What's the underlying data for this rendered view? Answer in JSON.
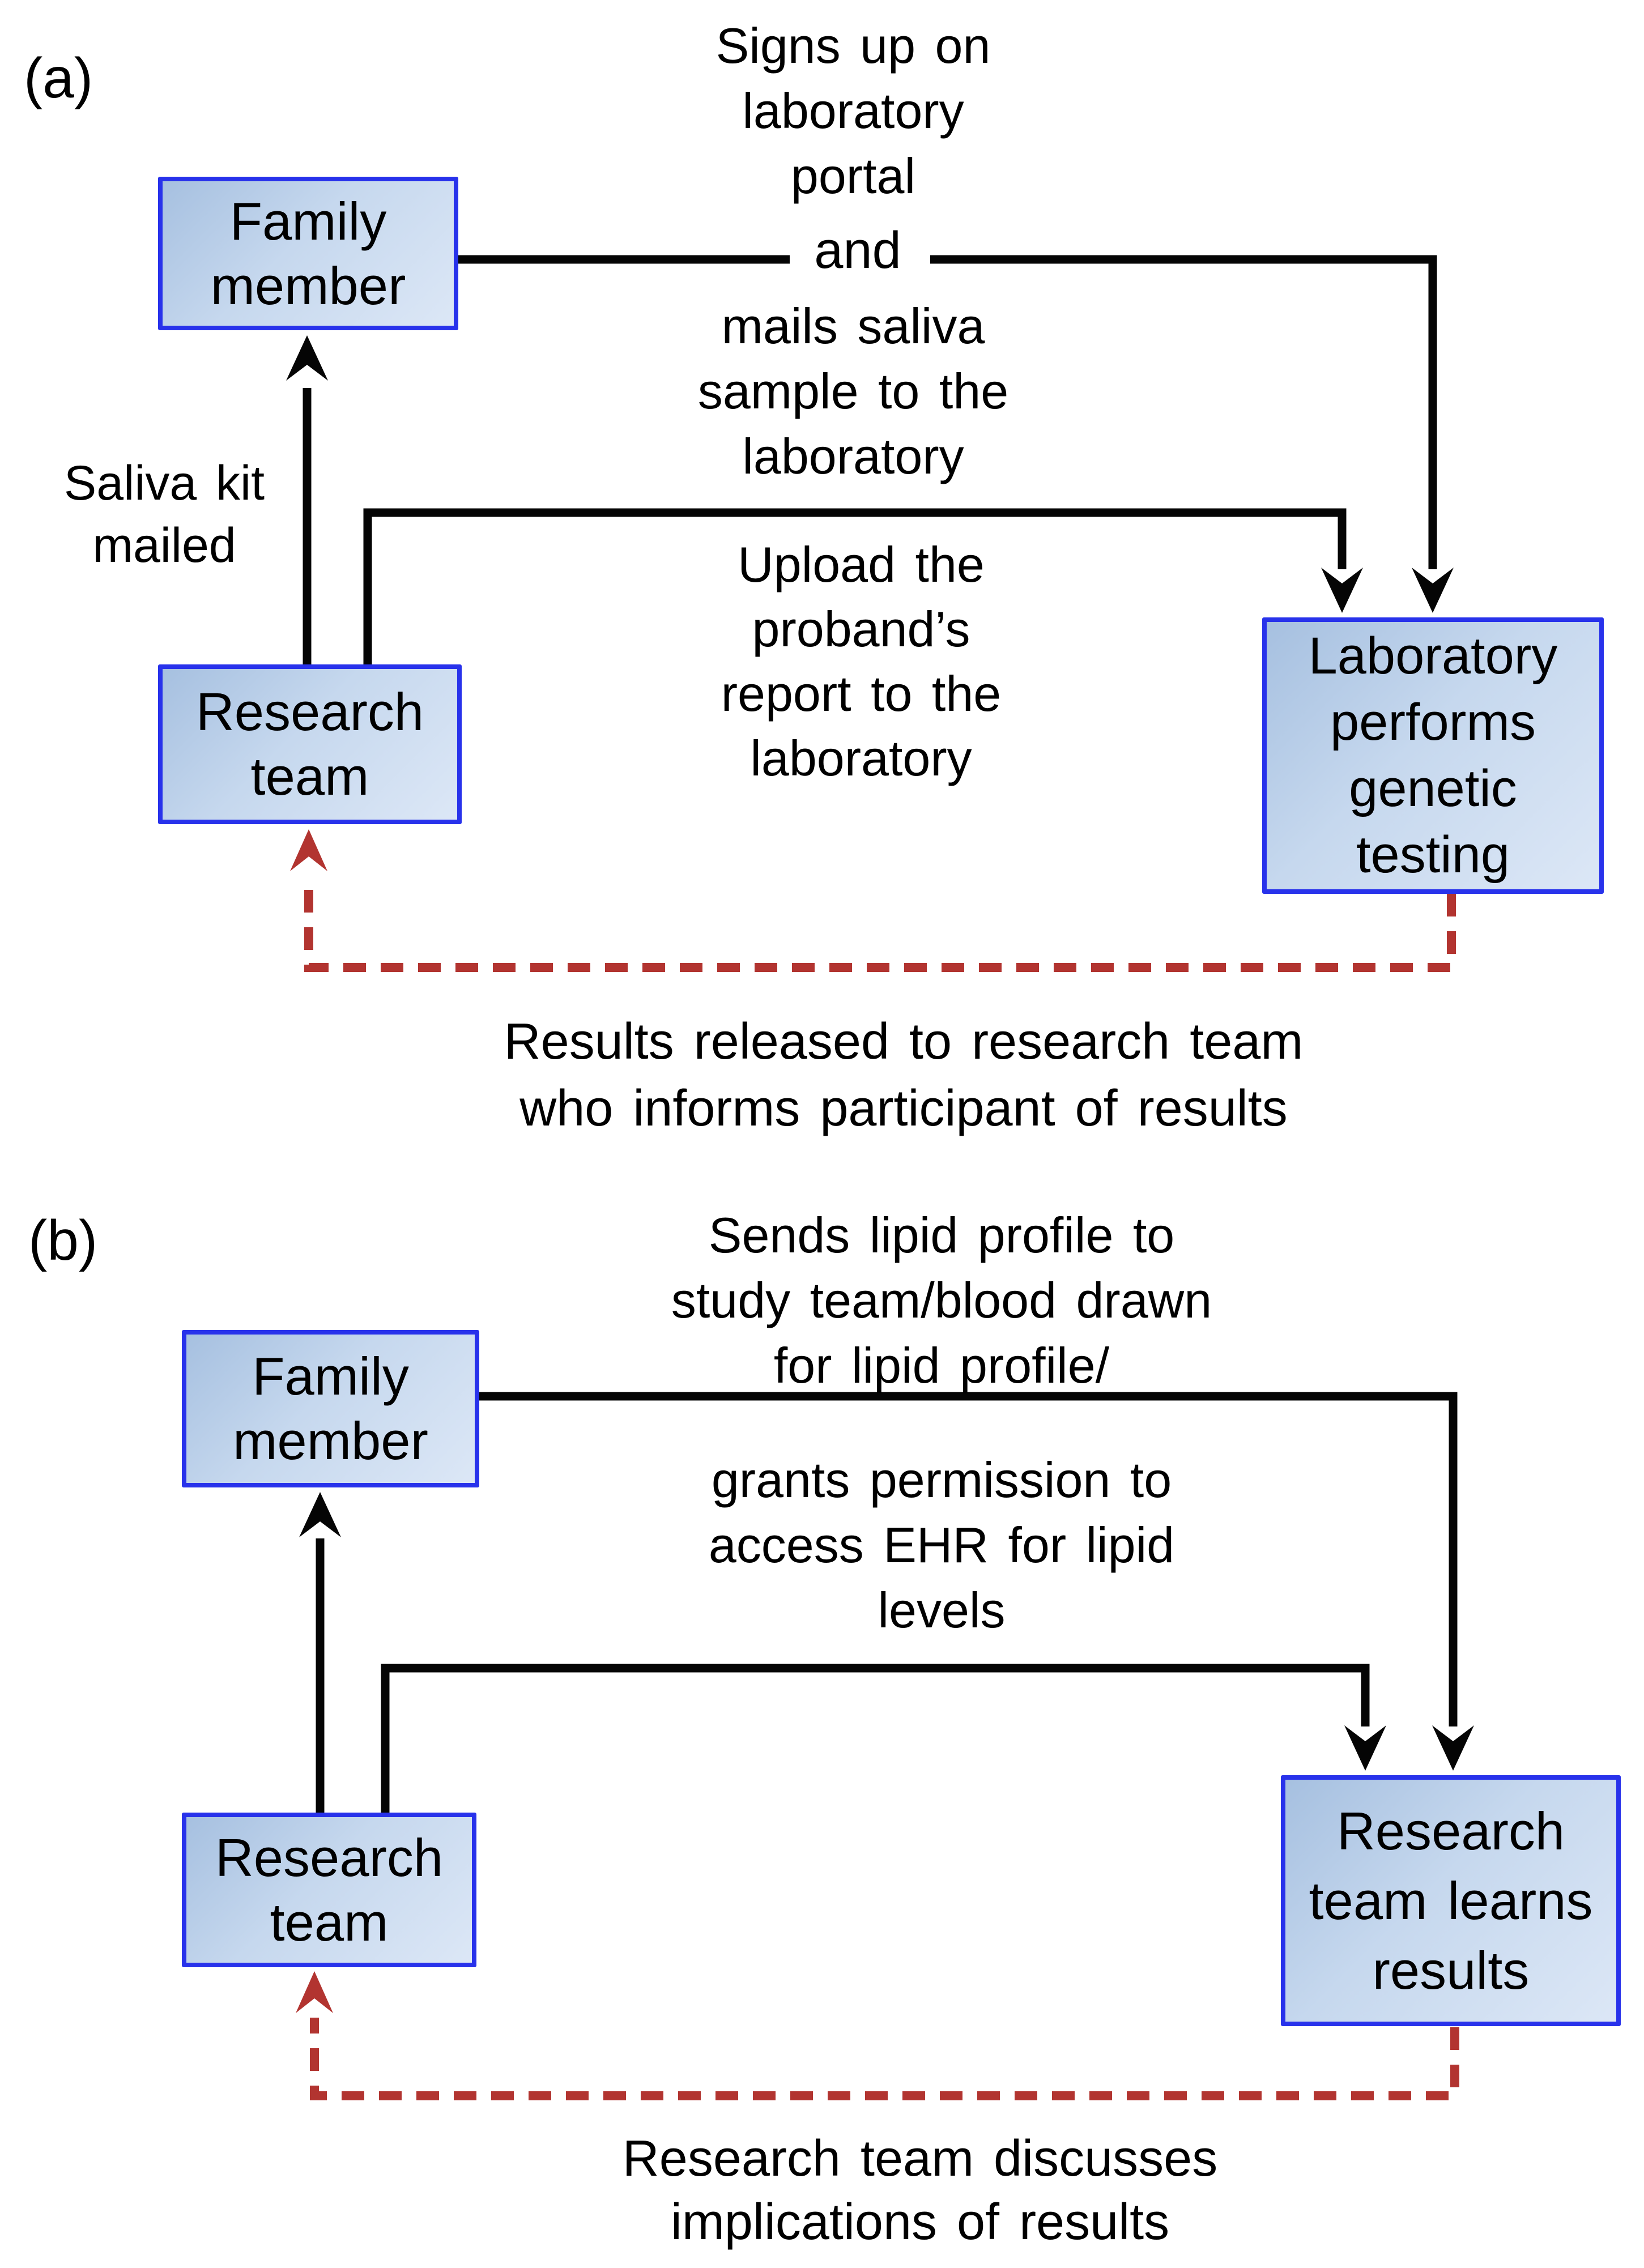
{
  "panel_a": {
    "label": "(a)",
    "family_box": "Family\nmember",
    "research_box": "Research\nteam",
    "laboratory_box": "Laboratory\nperforms\ngenetic\ntesting",
    "signup_text": "Signs up on\nlaboratory\nportal",
    "and_text": "and",
    "mails_text": "mails saliva\nsample to the\nlaboratory",
    "saliva_kit_text": "Saliva kit\nmailed",
    "upload_text": "Upload the\nproband’s\nreport to the\nlaboratory",
    "results_text": "Results released to research team\nwho informs participant of results"
  },
  "panel_b": {
    "label": "(b)",
    "family_box": "Family\nmember",
    "research_box": "Research\nteam",
    "learns_box": "Research\nteam learns\nresults",
    "sends_text": "Sends lipid profile to\nstudy team/blood drawn\nfor lipid profile/",
    "grants_text": "grants permission to\naccess EHR for lipid\nlevels",
    "discuss_text": "Research team discusses\nimplications of results"
  },
  "colors": {
    "box_border": "#2832eb",
    "box_fill_dark": "#a6c0e0",
    "box_fill_mid": "#c6d8ee",
    "box_fill_light": "#dce7f6",
    "line": "#050505",
    "dashed": "#b23430",
    "text": "#000000",
    "bg": "#ffffff"
  }
}
